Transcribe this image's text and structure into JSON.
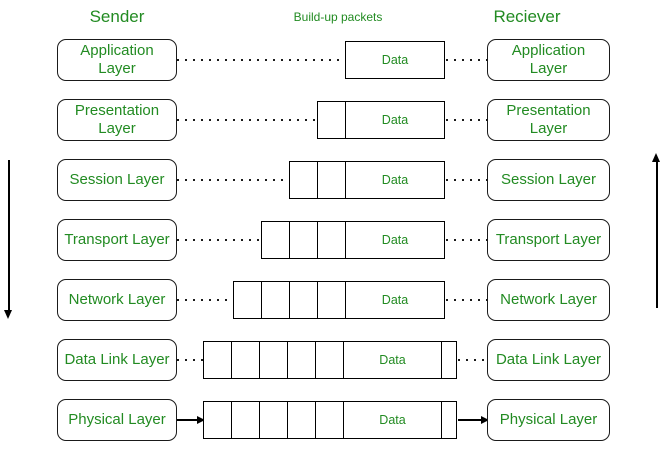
{
  "headers": {
    "sender": "Sender",
    "middle": "Build-up packets",
    "receiver": "Reciever"
  },
  "colors": {
    "text_green": "#228B22",
    "line_black": "#000000",
    "background": "#ffffff"
  },
  "rows": [
    {
      "label": "Application Layer",
      "data_label": "Data",
      "header_cells": 0,
      "trailer_cell": false,
      "connector": "dotted"
    },
    {
      "label": "Presentation Layer",
      "data_label": "Data",
      "header_cells": 1,
      "trailer_cell": false,
      "connector": "dotted"
    },
    {
      "label": "Session Layer",
      "data_label": "Data",
      "header_cells": 2,
      "trailer_cell": false,
      "connector": "dotted"
    },
    {
      "label": "Transport Layer",
      "data_label": "Data",
      "header_cells": 3,
      "trailer_cell": false,
      "connector": "dotted"
    },
    {
      "label": "Network Layer",
      "data_label": "Data",
      "header_cells": 4,
      "trailer_cell": false,
      "connector": "dotted"
    },
    {
      "label": "Data Link Layer",
      "data_label": "Data",
      "header_cells": 5,
      "trailer_cell": true,
      "connector": "dotted"
    },
    {
      "label": "Physical Layer",
      "data_label": "Data",
      "header_cells": 5,
      "trailer_cell": true,
      "connector": "arrow"
    }
  ],
  "side_arrows": {
    "left_direction": "down",
    "right_direction": "up"
  }
}
